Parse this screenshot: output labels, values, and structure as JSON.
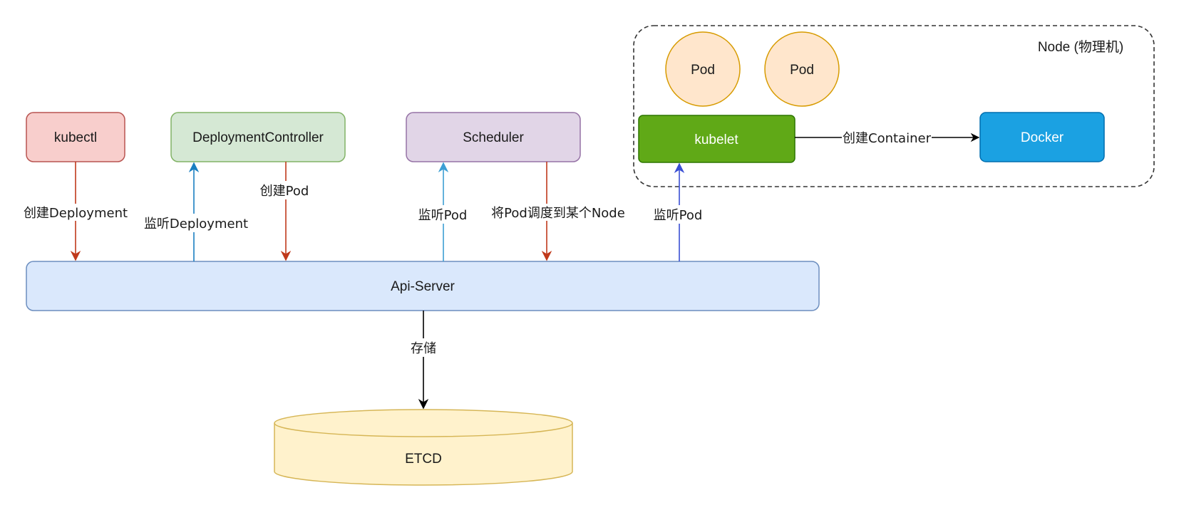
{
  "colors": {
    "kubectl_fill": "#f8cecc",
    "kubectl_stroke": "#b85450",
    "controller_fill": "#d5e8d4",
    "controller_stroke": "#82b366",
    "scheduler_fill": "#e1d5e7",
    "scheduler_stroke": "#9673a6",
    "api_fill": "#dae8fc",
    "api_stroke": "#6c8ebf",
    "etcd_fill": "#fff2cc",
    "etcd_stroke": "#d6b656",
    "kubelet_fill": "#60a917",
    "kubelet_stroke": "#2d7600",
    "docker_fill": "#1ba1e2",
    "docker_stroke": "#006eaf",
    "pod_fill": "#ffe6cc",
    "pod_stroke": "#d79b00",
    "arrow_red": "#c0391b",
    "arrow_blue": "#1a7fc1",
    "arrow_lightblue": "#3d9fd4",
    "arrow_indigo": "#3a4fd4",
    "arrow_black": "#000000"
  },
  "nodes": {
    "kubectl": "kubectl",
    "deployment_controller": "DeploymentController",
    "scheduler": "Scheduler",
    "api_server": "Api-Server",
    "etcd": "ETCD",
    "kubelet": "kubelet",
    "docker": "Docker",
    "pod_1": "Pod",
    "pod_2": "Pod",
    "node_group": "Node (物理机)"
  },
  "edges": {
    "create_deployment": "创建Deployment",
    "watch_deployment": "监听Deployment",
    "create_pod": "创建Pod",
    "scheduler_watch_pod": "监听Pod",
    "schedule_pod": "将Pod调度到某个Node",
    "kubelet_watch_pod": "监听Pod",
    "store": "存储",
    "create_container": "创建Container"
  }
}
